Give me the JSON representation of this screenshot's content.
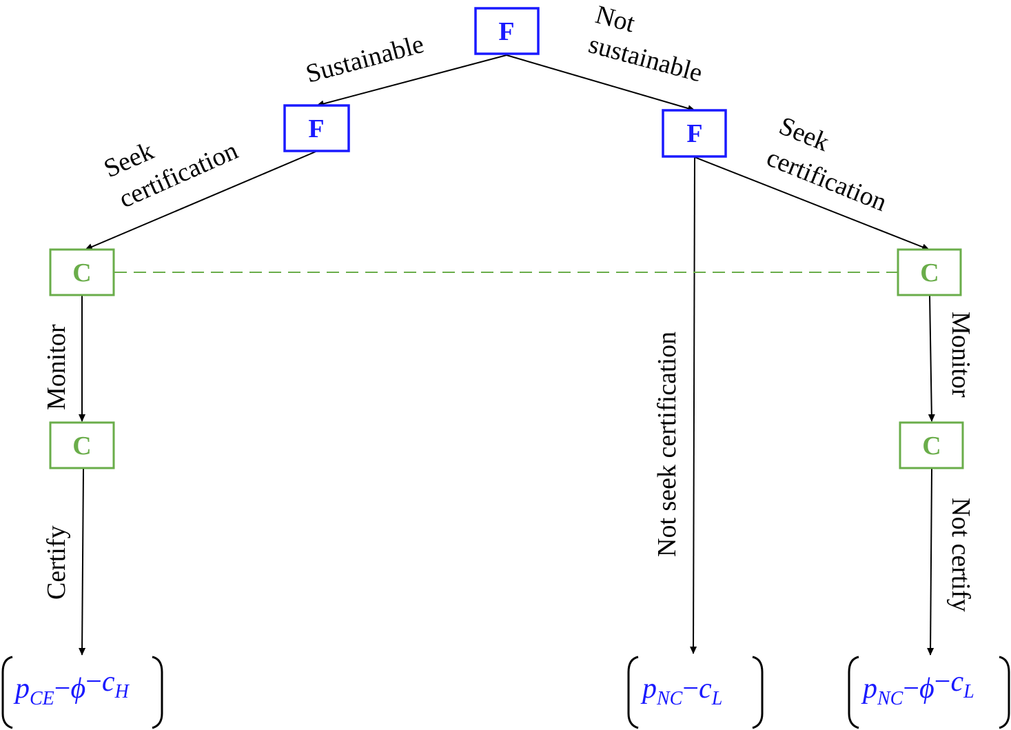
{
  "colors": {
    "firm": "#1a1aff",
    "certifier": "#6aad4a",
    "edge": "#000000",
    "payoff": "#1a1aff"
  },
  "nodes": {
    "root": {
      "label": "F",
      "player": "firm"
    },
    "firm_sustainable": {
      "label": "F",
      "player": "firm"
    },
    "firm_not_sustainable": {
      "label": "F",
      "player": "firm"
    },
    "cert_left_1": {
      "label": "C",
      "player": "certifier"
    },
    "cert_right_1": {
      "label": "C",
      "player": "certifier"
    },
    "cert_left_2": {
      "label": "C",
      "player": "certifier"
    },
    "cert_right_2": {
      "label": "C",
      "player": "certifier"
    }
  },
  "edges": {
    "sustainable": "Sustainable",
    "not_sustainable_1": "Not",
    "not_sustainable_2": "sustainable",
    "seek_left_1": "Seek",
    "seek_left_2": "certification",
    "seek_right_1": "Seek",
    "seek_right_2": "certification",
    "not_seek": "Not seek certification",
    "monitor_left": "Monitor",
    "monitor_right": "Monitor",
    "certify": "Certify",
    "not_certify": "Not certify"
  },
  "information_set": {
    "style": "dashed",
    "connects": [
      "cert_left_1",
      "cert_right_1"
    ]
  },
  "payoffs": [
    {
      "terms": [
        {
          "v": "p",
          "sub": "CE"
        },
        {
          "op": "−"
        },
        {
          "v": "ϕ"
        },
        {
          "op": "−"
        },
        {
          "v": "c",
          "sub": "H"
        }
      ]
    },
    {
      "terms": [
        {
          "v": "p",
          "sub": "NC"
        },
        {
          "op": "−"
        },
        {
          "v": "c",
          "sub": "L"
        }
      ]
    },
    {
      "terms": [
        {
          "v": "p",
          "sub": "NC"
        },
        {
          "op": "−"
        },
        {
          "v": "ϕ"
        },
        {
          "op": "−"
        },
        {
          "v": "c",
          "sub": "L"
        }
      ]
    }
  ]
}
